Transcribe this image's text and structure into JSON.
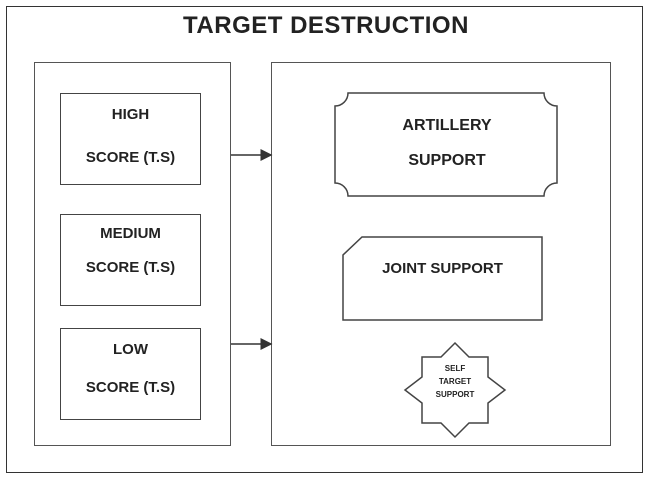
{
  "title": "TARGET DESTRUCTION",
  "scores": [
    {
      "line1": "HIGH",
      "line2": "SCORE (T.S)"
    },
    {
      "line1": "MEDIUM",
      "line2": "SCORE (T.S)"
    },
    {
      "line1": "LOW",
      "line2": "SCORE (T.S)"
    }
  ],
  "supports": {
    "artillery": {
      "line1": "ARTILLERY",
      "line2": "SUPPORT"
    },
    "joint": {
      "label": "JOINT SUPPORT"
    },
    "self": {
      "line1": "SELF",
      "line2": "TARGET",
      "line3": "SUPPORT"
    }
  }
}
